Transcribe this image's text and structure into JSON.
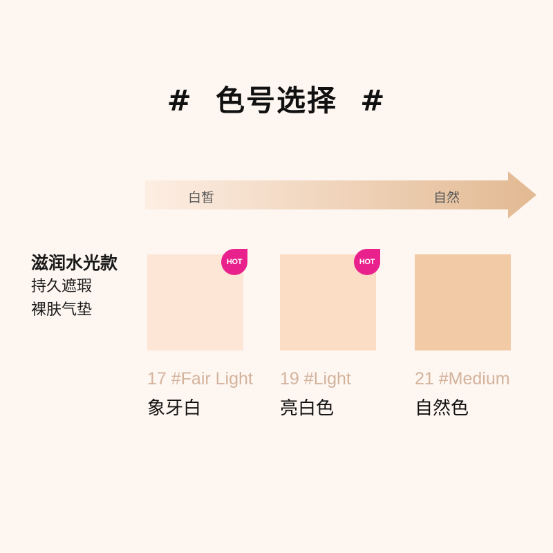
{
  "title": "#  色号选择  #",
  "scale": {
    "left_label": "白皙",
    "right_label": "自然",
    "gradient_start": "#fdeee3",
    "gradient_end": "#e2b992"
  },
  "series": {
    "name": "滋润水光款",
    "features": [
      "持久遮瑕",
      "裸肤气垫"
    ]
  },
  "badge": {
    "text": "HOT",
    "color": "#e8218c"
  },
  "shades": [
    {
      "code": "17 #Fair Light",
      "name": "象牙白",
      "color": "#fde6d6",
      "hot": true
    },
    {
      "code": "19 #Light",
      "name": "亮白色",
      "color": "#fbdcc5",
      "hot": true
    },
    {
      "code": "21 #Medium",
      "name": "自然色",
      "color": "#f2caa6",
      "hot": false
    }
  ]
}
